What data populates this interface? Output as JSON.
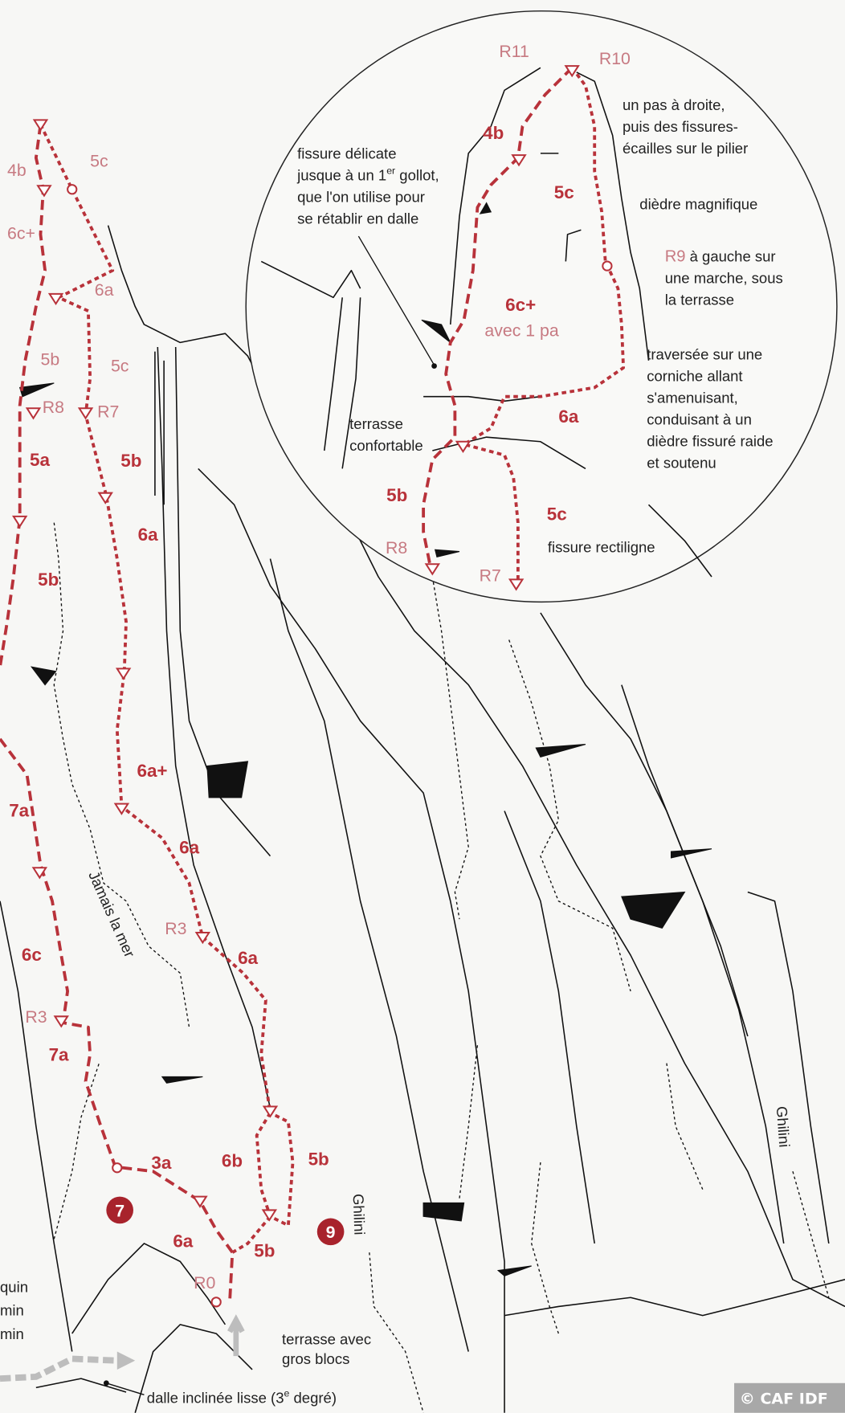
{
  "topo": {
    "main_grades": {
      "upper_5c": "5c",
      "upper_4b": "4b",
      "upper_6cplus": "6c+",
      "upper_6a": "6a",
      "left_5b": "5b",
      "mid_5c": "5c",
      "r8": "R8",
      "r7": "R7",
      "p_5a": "5a",
      "p_5b_right": "5b",
      "p_6a_box": "6a",
      "p_5b_left": "5b",
      "p_6aplus": "6a+",
      "p_7a_upper": "7a",
      "p_6a_mid": "6a",
      "r3_right": "R3",
      "p_6a_low": "6a",
      "p_6c": "6c",
      "r3_left": "R3",
      "p_7a_lower": "7a",
      "p_3a": "3a",
      "p_6b": "6b",
      "p_5b_low": "5b",
      "p_6a_start": "6a",
      "p_5b_start": "5b",
      "r0": "R0"
    },
    "route_badges": {
      "route_7": "7",
      "route_9": "9"
    },
    "route_names": {
      "jamais_la_mer": "Jamais la mer",
      "ghilini_1": "Ghilini",
      "ghilini_2": "Ghilini"
    },
    "left_edge_fragments": [
      "quin",
      "min",
      "min"
    ],
    "approach_notes": {
      "terrasse_blocs": [
        "terrasse avec",
        "gros blocs"
      ],
      "dalle": "dalle inclinée lisse (3",
      "dalle_sup": "e",
      "dalle_end": " degré)"
    }
  },
  "inset": {
    "grades": {
      "r11": "R11",
      "r10": "R10",
      "p_4b": "4b",
      "p_5c_top": "5c",
      "p_6cplus": "6c+",
      "p_6cplus_note": "avec 1 pa",
      "p_6a": "6a",
      "p_5b": "5b",
      "p_5c_low": "5c",
      "r8": "R8",
      "r7": "R7",
      "r9": "R9"
    },
    "notes": {
      "fissure_delicate": [
        "fissure délicate",
        "jusque à un 1",
        "er",
        " gollot,",
        "que l'on utilise pour",
        "se rétablir en dalle"
      ],
      "pas_a_droite": [
        "un pas à droite,",
        "puis des fissures-",
        "écailles sur le pilier"
      ],
      "diedre": "dièdre magnifique",
      "r9_note": [
        " à gauche sur",
        "une marche, sous",
        "la terrasse"
      ],
      "traversee": [
        "traversée sur une",
        "corniche allant",
        "s'amenuisant,",
        "conduisant à un",
        "dièdre fissuré raide",
        "et soutenu"
      ],
      "terrasse": [
        "terrasse",
        "confortable"
      ],
      "fissure_rectiligne": "fissure rectiligne"
    }
  },
  "credit": "© CAF IDF",
  "colors": {
    "route_red": "#b8323a",
    "badge_red": "#a8232c",
    "label_pink": "#c77a82"
  }
}
